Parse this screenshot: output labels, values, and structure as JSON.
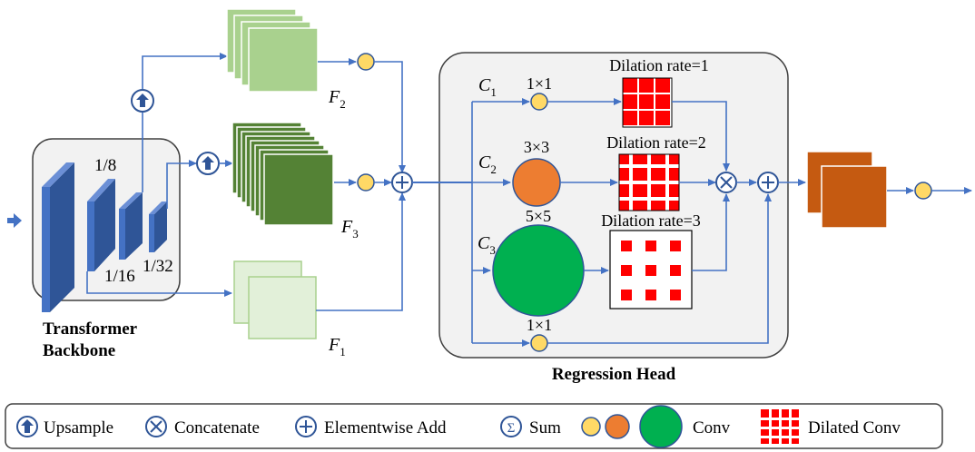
{
  "backbone": {
    "title_line1": "Transformer",
    "title_line2": "Backbone",
    "scale_1_8": "1/8",
    "scale_1_16": "1/16",
    "scale_1_32": "1/32"
  },
  "features": {
    "f2_letter": "F",
    "f2_sub": "2",
    "f3_letter": "F",
    "f3_sub": "3",
    "f1_letter": "F",
    "f1_sub": "1"
  },
  "regression_head": {
    "title": "Regression Head",
    "c1_letter": "C",
    "c1_sub": "1",
    "c2_letter": "C",
    "c2_sub": "2",
    "c3_letter": "C",
    "c3_sub": "3",
    "kernel_1x1_top": "1×1",
    "kernel_3x3": "3×3",
    "kernel_5x5": "5×5",
    "kernel_1x1_bottom": "1×1",
    "dilation_1": "Dilation rate=1",
    "dilation_2": "Dilation rate=2",
    "dilation_3": "Dilation rate=3"
  },
  "legend": {
    "upsample": "Upsample",
    "concatenate": "Concatenate",
    "elementwise_add": "Elementwise Add",
    "sum_symbol": "Σ",
    "sum": "Sum",
    "conv": "Conv",
    "dilated_conv": "Dilated Conv"
  },
  "colors": {
    "arrow_blue": "#4472c4",
    "backbone_blue": "#2f5597",
    "light_green": "#a9d18e",
    "dark_green": "#548235",
    "pale_green": "#e2f0d9",
    "yellow": "#ffd966",
    "orange": "#ed7d31",
    "green_conv": "#00b050",
    "red": "#ff0000",
    "output_orange": "#c55a11",
    "panel_gray": "#f2f2f2"
  }
}
